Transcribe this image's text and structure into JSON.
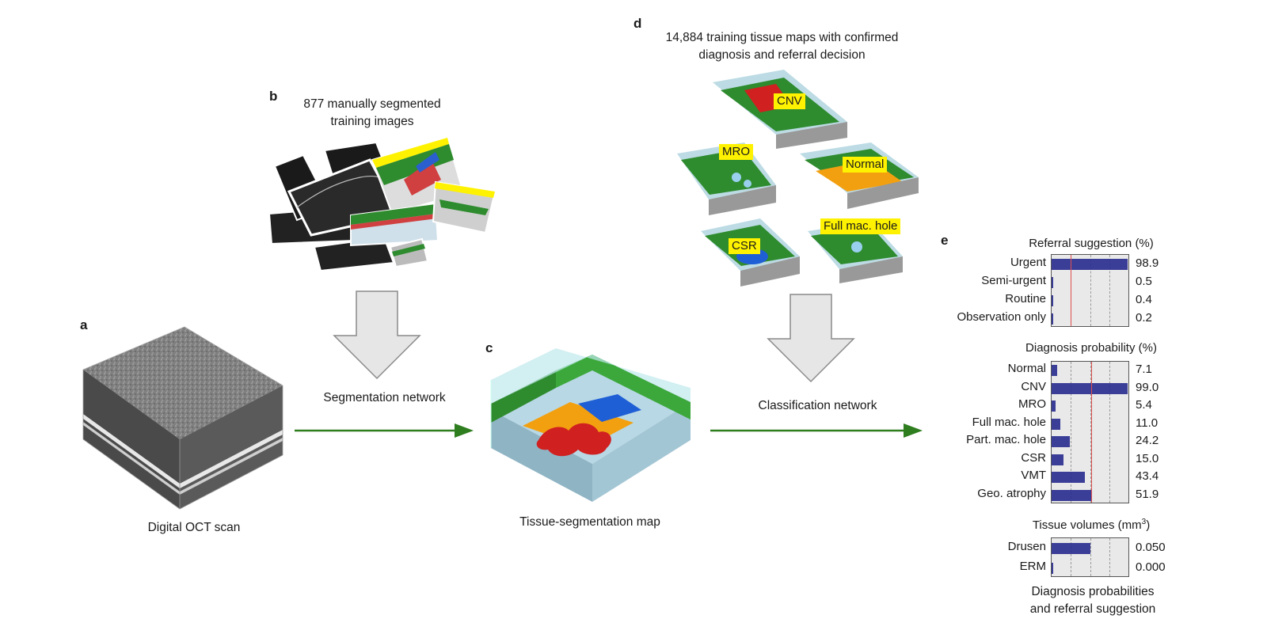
{
  "panels": {
    "a": {
      "letter": "a",
      "caption": "Digital OCT scan"
    },
    "b": {
      "letter": "b",
      "caption_line1": "877 manually segmented",
      "caption_line2": "training images"
    },
    "c": {
      "letter": "c",
      "caption": "Tissue-segmentation map"
    },
    "d": {
      "letter": "d",
      "caption_line1": "14,884 training tissue maps with confirmed",
      "caption_line2": "diagnosis and referral decision",
      "labels": [
        "CNV",
        "MRO",
        "Normal",
        "CSR",
        "Full mac. hole"
      ]
    },
    "e": {
      "letter": "e",
      "caption_line1": "Diagnosis probabilities",
      "caption_line2": "and referral suggestion"
    }
  },
  "arrows": {
    "segmentation": "Segmentation network",
    "classification": "Classification network"
  },
  "results": {
    "referral": {
      "title": "Referral suggestion (%)",
      "rows": [
        {
          "label": "Urgent",
          "value": "98.9",
          "v": 98.9
        },
        {
          "label": "Semi-urgent",
          "value": "0.5",
          "v": 0.5
        },
        {
          "label": "Routine",
          "value": "0.4",
          "v": 0.4
        },
        {
          "label": "Observation only",
          "value": "0.2",
          "v": 0.2
        }
      ]
    },
    "diagnosis": {
      "title": "Diagnosis probability (%)",
      "rows": [
        {
          "label": "Normal",
          "value": "7.1",
          "v": 7.1
        },
        {
          "label": "CNV",
          "value": "99.0",
          "v": 99.0
        },
        {
          "label": "MRO",
          "value": "5.4",
          "v": 5.4
        },
        {
          "label": "Full mac. hole",
          "value": "11.0",
          "v": 11.0
        },
        {
          "label": "Part. mac. hole",
          "value": "24.2",
          "v": 24.2
        },
        {
          "label": "CSR",
          "value": "15.0",
          "v": 15.0
        },
        {
          "label": "VMT",
          "value": "43.4",
          "v": 43.4
        },
        {
          "label": "Geo. atrophy",
          "value": "51.9",
          "v": 51.9
        }
      ]
    },
    "volumes": {
      "title": "Tissue volumes (mm",
      "title_sup": "3",
      "title_end": ")",
      "rows": [
        {
          "label": "Drusen",
          "value": "0.050",
          "v": 0.05
        },
        {
          "label": "ERM",
          "value": "0.000",
          "v": 0.0
        }
      ]
    }
  },
  "colors": {
    "bar": "#2b2f8f",
    "threshold": "#e05050",
    "arrow_green": "#2e7d1e",
    "highlight": "#fff200"
  }
}
